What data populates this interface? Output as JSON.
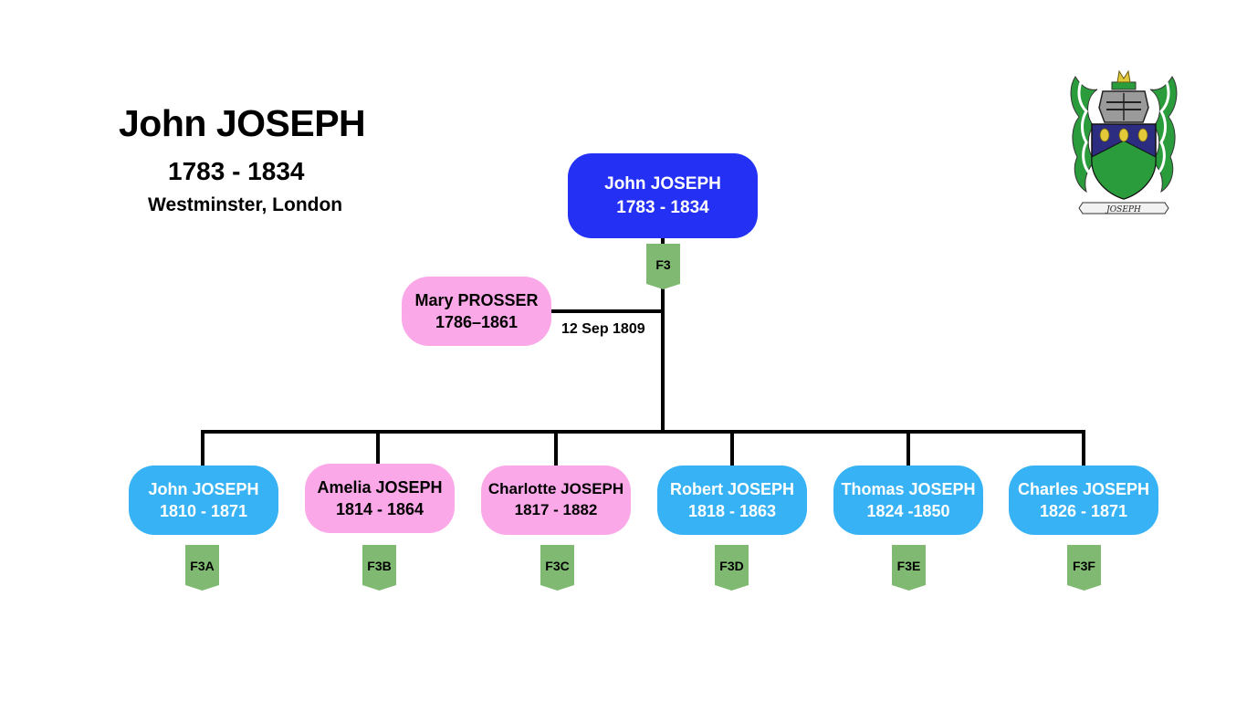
{
  "header": {
    "name": "John JOSEPH",
    "dates": "1783 - 1834",
    "place": "Westminster, London"
  },
  "root": {
    "name": "John JOSEPH",
    "dates": "1783 - 1834",
    "tag": "F3"
  },
  "spouse": {
    "name": "Mary PROSSER",
    "dates": "1786–1861",
    "marriage_date": "12 Sep 1809"
  },
  "children": [
    {
      "name": "John JOSEPH",
      "dates": "1810 - 1871",
      "tag": "F3A",
      "sex": "male"
    },
    {
      "name": "Amelia JOSEPH",
      "dates": "1814 - 1864",
      "tag": "F3B",
      "sex": "female"
    },
    {
      "name": "Charlotte JOSEPH",
      "dates": "1817 - 1882",
      "tag": "F3C",
      "sex": "female"
    },
    {
      "name": "Robert JOSEPH",
      "dates": "1818 - 1863",
      "tag": "F3D",
      "sex": "male"
    },
    {
      "name": "Thomas JOSEPH",
      "dates": "1824 -1850",
      "tag": "F3E",
      "sex": "male"
    },
    {
      "name": "Charles JOSEPH",
      "dates": "1826 - 1871",
      "tag": "F3F",
      "sex": "male"
    }
  ],
  "crest": {
    "motto": "JOSEPH",
    "icon": "coat-of-arms-icon"
  },
  "colors": {
    "root": "#2431f4",
    "male": "#37b2f5",
    "female": "#fba8e9",
    "tag": "#7fb972"
  }
}
